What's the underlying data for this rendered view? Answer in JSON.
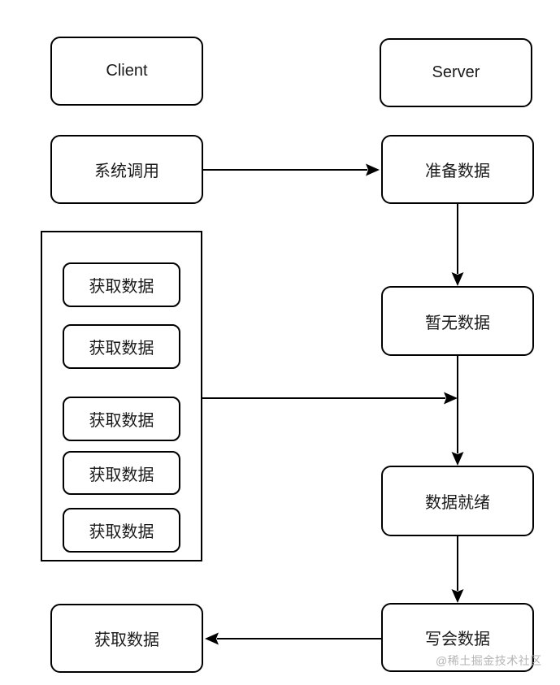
{
  "diagram": {
    "nodes": {
      "client": "Client",
      "server": "Server",
      "system_call": "系统调用",
      "prepare_data": "准备数据",
      "no_data": "暂无数据",
      "data_ready": "数据就绪",
      "write_back": "写会数据",
      "fetch_data_final": "获取数据"
    },
    "container_items": [
      {
        "label": "获取数据"
      },
      {
        "label": "获取数据"
      },
      {
        "label": "获取数据"
      },
      {
        "label": "获取数据"
      },
      {
        "label": "获取数据"
      }
    ],
    "edges": [
      {
        "from": "system_call",
        "to": "prepare_data",
        "direction": "right"
      },
      {
        "from": "prepare_data",
        "to": "no_data",
        "direction": "down"
      },
      {
        "from": "no_data",
        "to": "data_ready",
        "direction": "down"
      },
      {
        "from": "fetch_group_container",
        "to": "no_data-data_ready-connector",
        "direction": "right"
      },
      {
        "from": "data_ready",
        "to": "write_back",
        "direction": "down"
      },
      {
        "from": "write_back",
        "to": "fetch_data_final",
        "direction": "left"
      }
    ],
    "watermark": "@稀土掘金技术社区",
    "colors": {
      "stroke": "#000000",
      "fill": "#ffffff",
      "text": "#1a1a1a",
      "watermark": "#b5b5b5"
    }
  }
}
